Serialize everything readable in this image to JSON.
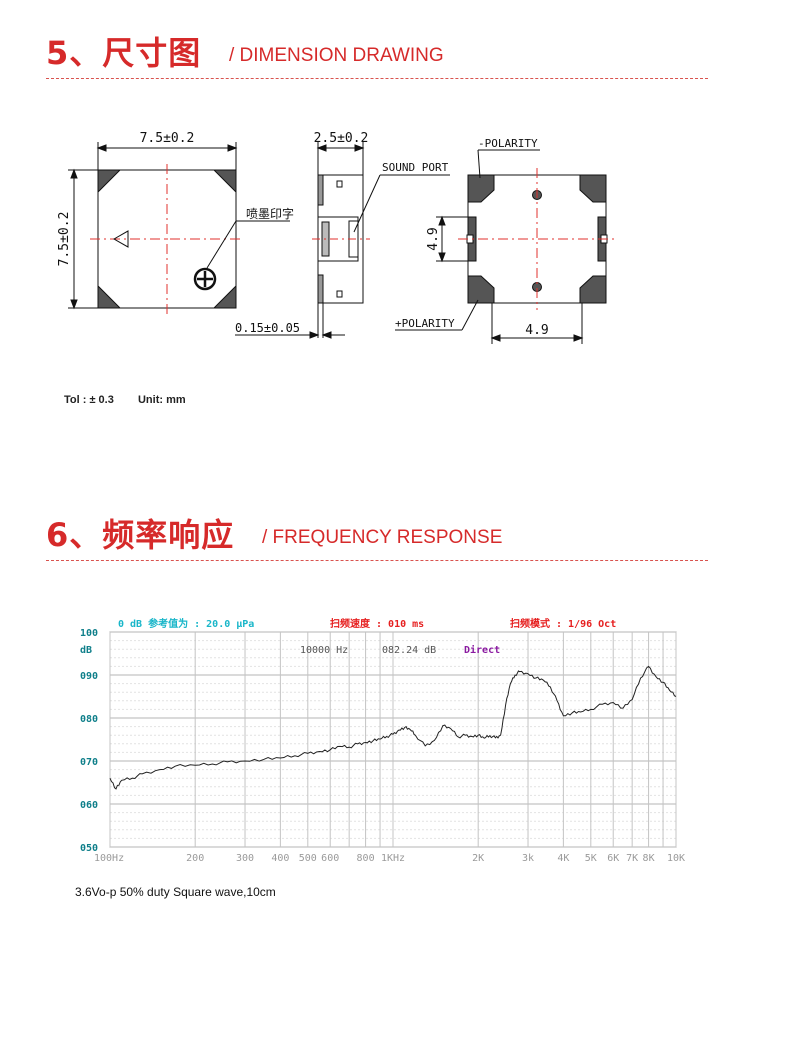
{
  "section5": {
    "title": "5、尺寸图",
    "subtitle": "/ DIMENSION DRAWING"
  },
  "drawing": {
    "front_width": "7.5±0.2",
    "front_height": "7.5±0.2",
    "ink_mark": "喷墨印字",
    "side_width": "2.5±0.2",
    "sound_port": "SOUND PORT",
    "side_gap": "0.15±0.05",
    "neg_polarity": "-POLARITY",
    "pos_polarity": "+POLARITY",
    "pad_height": "4.9",
    "pad_width": "4.9"
  },
  "tolerance": {
    "tol": "Tol : ± 0.3",
    "unit": "Unit: mm"
  },
  "section6": {
    "title": "6、频率响应",
    "subtitle": "/ FREQUENCY RESPONSE"
  },
  "chart_data": {
    "type": "line",
    "header": {
      "ref": "0 dB 参考值为 : 20.0 μPa",
      "speed": "扫频速度 : 010 ms",
      "mode": "扫频模式 : 1/96 Oct",
      "readout_freq": "10000 Hz",
      "readout_db": "082.24 dB",
      "readout_mode": "Direct"
    },
    "ylabel": "dB",
    "ylim": [
      50,
      100
    ],
    "y_ticks": [
      "100",
      "090",
      "080",
      "070",
      "060",
      "050"
    ],
    "x_scale": "log",
    "xlim": [
      100,
      10000
    ],
    "x_ticks": [
      {
        "f": 100,
        "label": "100Hz"
      },
      {
        "f": 200,
        "label": "200"
      },
      {
        "f": 300,
        "label": "300"
      },
      {
        "f": 400,
        "label": "400"
      },
      {
        "f": 500,
        "label": "500"
      },
      {
        "f": 600,
        "label": "600"
      },
      {
        "f": 800,
        "label": "800"
      },
      {
        "f": 1000,
        "label": "1KHz"
      },
      {
        "f": 2000,
        "label": "2K"
      },
      {
        "f": 3000,
        "label": "3k"
      },
      {
        "f": 4000,
        "label": "4K"
      },
      {
        "f": 5000,
        "label": "5K"
      },
      {
        "f": 6000,
        "label": "6K"
      },
      {
        "f": 7000,
        "label": "7K"
      },
      {
        "f": 8000,
        "label": "8K"
      },
      {
        "f": 10000,
        "label": "10K"
      }
    ],
    "grid": true,
    "series": [
      {
        "color": "#222222",
        "x": [
          100,
          105,
          110,
          120,
          130,
          150,
          170,
          200,
          230,
          260,
          300,
          350,
          400,
          450,
          500,
          550,
          600,
          650,
          700,
          750,
          800,
          850,
          900,
          950,
          1000,
          1050,
          1100,
          1150,
          1200,
          1300,
          1400,
          1500,
          1600,
          1700,
          1800,
          1900,
          2000,
          2100,
          2200,
          2300,
          2400,
          2500,
          2600,
          2700,
          2800,
          3000,
          3200,
          3400,
          3600,
          3800,
          4000,
          4300,
          4600,
          5000,
          5500,
          6000,
          6500,
          7000,
          7500,
          8000,
          8500,
          9000,
          9500,
          10000
        ],
        "y": [
          66,
          63.5,
          65.5,
          66,
          67,
          68,
          68.8,
          69,
          69.3,
          69.8,
          70,
          70.4,
          70.7,
          71.2,
          71.8,
          72.2,
          72.6,
          73.4,
          73.2,
          74,
          74.3,
          74.7,
          75.1,
          75.7,
          76.2,
          77.2,
          77.8,
          77.3,
          76,
          73.5,
          74.8,
          78.2,
          77.5,
          75.6,
          76,
          75.7,
          76,
          75.3,
          75.9,
          75.4,
          76,
          83,
          88,
          90,
          90.8,
          90.3,
          89.3,
          88.8,
          87.2,
          84,
          80.5,
          81.2,
          81.4,
          82,
          83.2,
          83.6,
          82.3,
          84.3,
          89.3,
          92,
          89.6,
          88.3,
          86.4,
          85
        ]
      }
    ]
  },
  "caption": "3.6Vo-p 50% duty Square wave,10cm"
}
